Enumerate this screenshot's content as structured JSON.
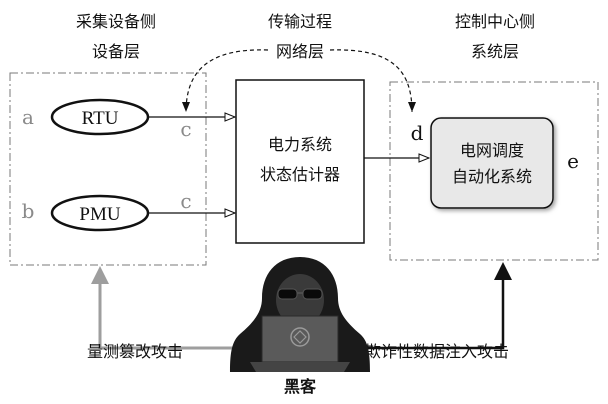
{
  "columns": {
    "left": {
      "title": "采集设备侧",
      "layer": "设备层"
    },
    "middle": {
      "title": "传输过程",
      "layer": "网络层"
    },
    "right": {
      "title": "控制中心侧",
      "layer": "系统层"
    }
  },
  "nodes": {
    "rtu": "RTU",
    "pmu": "PMU",
    "estimator_line1": "电力系统",
    "estimator_line2": "状态估计器",
    "dispatch_line1": "电网调度",
    "dispatch_line2": "自动化系统"
  },
  "markers": {
    "a": "a",
    "b": "b",
    "c1": "c",
    "c2": "c",
    "d": "d",
    "e": "e"
  },
  "attacks": {
    "left": "量测篡改攻击",
    "right": "欺诈性数据注入攻击"
  },
  "attacker": {
    "label": "黑客"
  },
  "colors": {
    "gray_arrow": "#9e9e9e",
    "dispatch_box": "#e8e8e8",
    "dash_border": "#7a7a7a"
  }
}
